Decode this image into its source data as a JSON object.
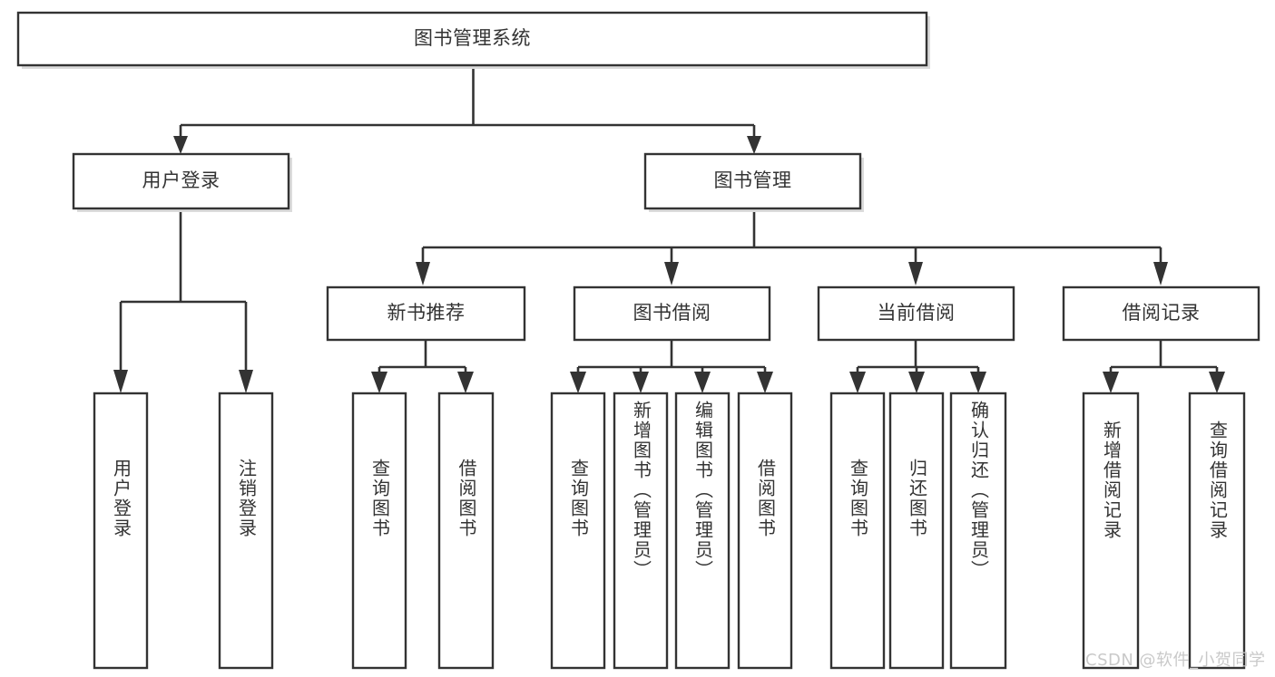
{
  "diagram": {
    "type": "tree-hierarchy-chart",
    "title": "图书管理系统",
    "background_color": "#ffffff",
    "box_stroke_color": "#333333",
    "text_color": "#333333",
    "levels": {
      "level1": [
        {
          "id": "root",
          "label": "图书管理系统",
          "orientation": "horizontal"
        }
      ],
      "level2": [
        {
          "id": "user-login",
          "label": "用户登录",
          "orientation": "horizontal"
        },
        {
          "id": "book-manage",
          "label": "图书管理",
          "orientation": "horizontal"
        }
      ],
      "level3": [
        {
          "id": "new-book-recommend",
          "label": "新书推荐",
          "orientation": "horizontal"
        },
        {
          "id": "book-borrow",
          "label": "图书借阅",
          "orientation": "horizontal"
        },
        {
          "id": "current-borrow",
          "label": "当前借阅",
          "orientation": "horizontal"
        },
        {
          "id": "borrow-record",
          "label": "借阅记录",
          "orientation": "horizontal"
        }
      ],
      "level4": [
        {
          "id": "leaf-user-login",
          "label": "用户登录",
          "orientation": "vertical",
          "parent": "user-login"
        },
        {
          "id": "leaf-logout-login",
          "label": "注销登录",
          "orientation": "vertical",
          "parent": "user-login"
        },
        {
          "id": "leaf-query-book-1",
          "label": "查询图书",
          "orientation": "vertical",
          "parent": "new-book-recommend"
        },
        {
          "id": "leaf-borrow-book-1",
          "label": "借阅图书",
          "orientation": "vertical",
          "parent": "new-book-recommend"
        },
        {
          "id": "leaf-query-book-2",
          "label": "查询图书",
          "orientation": "vertical",
          "parent": "book-borrow"
        },
        {
          "id": "leaf-add-book",
          "label": "新增图书（管理员）",
          "orientation": "vertical",
          "parent": "book-borrow"
        },
        {
          "id": "leaf-edit-book",
          "label": "编辑图书（管理员）",
          "orientation": "vertical",
          "parent": "book-borrow"
        },
        {
          "id": "leaf-borrow-book-2",
          "label": "借阅图书",
          "orientation": "vertical",
          "parent": "book-borrow"
        },
        {
          "id": "leaf-query-book-3",
          "label": "查询图书",
          "orientation": "vertical",
          "parent": "current-borrow"
        },
        {
          "id": "leaf-return-book",
          "label": "归还图书",
          "orientation": "vertical",
          "parent": "current-borrow"
        },
        {
          "id": "leaf-confirm-return",
          "label": "确认归还（管理员）",
          "orientation": "vertical",
          "parent": "current-borrow"
        },
        {
          "id": "leaf-add-record",
          "label": "新增借阅记录",
          "orientation": "vertical",
          "parent": "borrow-record"
        },
        {
          "id": "leaf-query-record",
          "label": "查询借阅记录",
          "orientation": "vertical",
          "parent": "borrow-record"
        }
      ]
    }
  },
  "watermark": {
    "text": "CSDN @软件_小贺同学",
    "color": "#c9c9c9"
  }
}
